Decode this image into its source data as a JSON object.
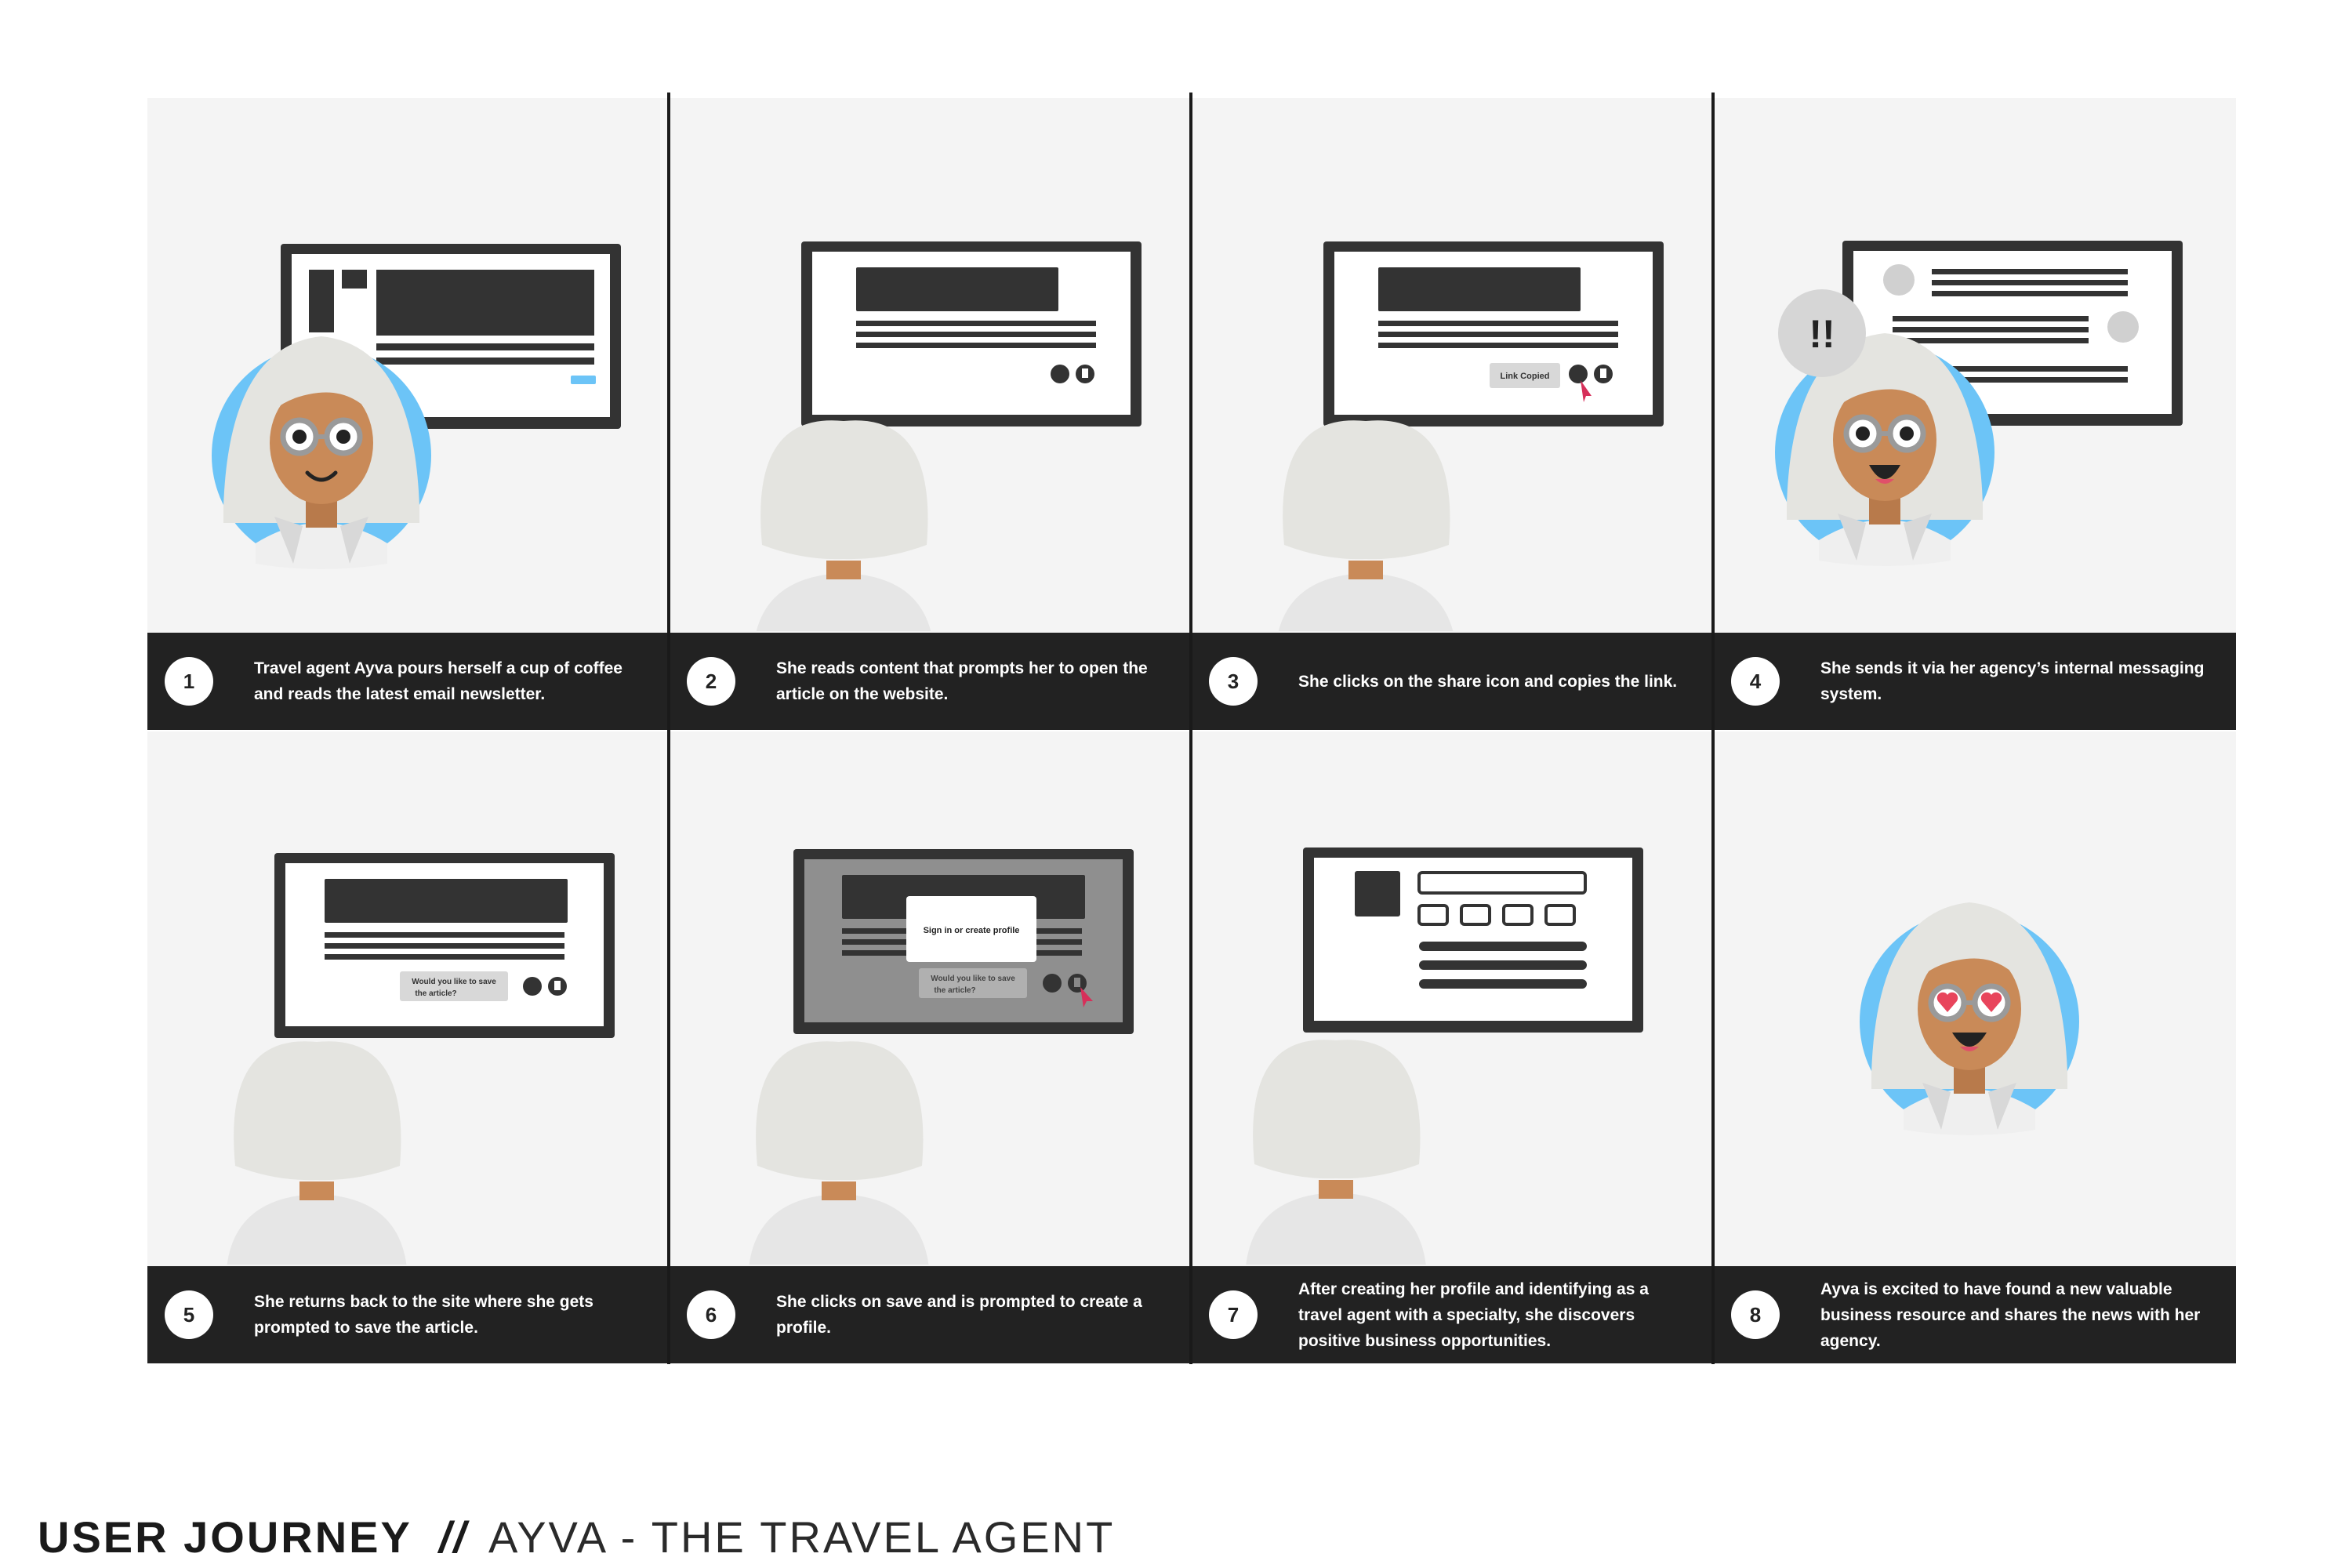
{
  "steps": [
    {
      "number": "1",
      "caption": "Travel agent Ayva pours herself a cup of coffee and reads the latest email newsletter."
    },
    {
      "number": "2",
      "caption": "She reads content that prompts her to open the article on the website."
    },
    {
      "number": "3",
      "caption": "She clicks on the share icon and copies the link."
    },
    {
      "number": "4",
      "caption": "She sends it via her agency’s internal messaging system."
    },
    {
      "number": "5",
      "caption": "She returns back to the site where she gets prompted to save the article."
    },
    {
      "number": "6",
      "caption": "She clicks on save and is prompted to create a profile."
    },
    {
      "number": "7",
      "caption": "After creating her profile and identifying as a travel agent with a specialty, she discovers positive business opportunities."
    },
    {
      "number": "8",
      "caption": "Ayva is excited to have found a new valuable business resource and shares the news with her agency."
    }
  ],
  "ui": {
    "link_copied": "Link Copied",
    "save_prompt_line1": "Would you like to save",
    "save_prompt_line2": "the article?",
    "sign_in_prompt": "Sign in or create profile",
    "exclamation": "!!"
  },
  "title": {
    "bold": "USER JOURNEY",
    "separator": "//",
    "light": "AYVA - THE TRAVEL AGENT"
  },
  "colors": {
    "panel_bg": "#f4f4f4",
    "caption_bg": "#222222",
    "monitor": "#333333",
    "accent_blue": "#6cc4f7",
    "cursor_red": "#d6305a",
    "hair": "#e4e4e0",
    "skin": "#c98a58"
  }
}
